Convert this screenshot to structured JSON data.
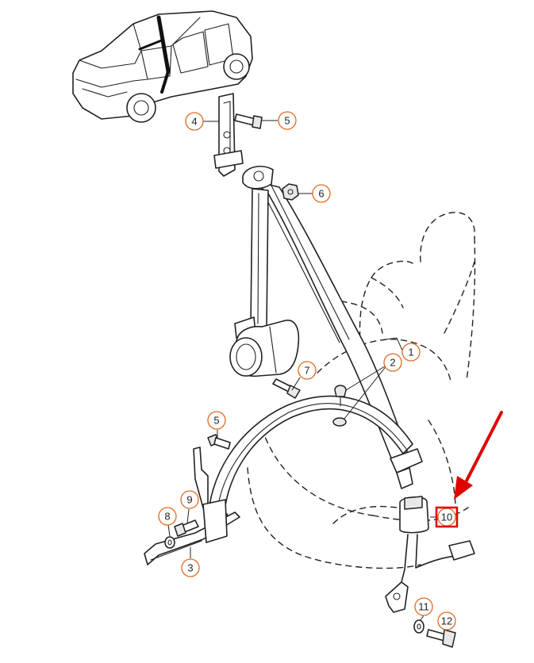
{
  "callouts": [
    {
      "id": "callout-1",
      "label": "1"
    },
    {
      "id": "callout-2",
      "label": "2"
    },
    {
      "id": "callout-3",
      "label": "3"
    },
    {
      "id": "callout-4",
      "label": "4"
    },
    {
      "id": "callout-5-top",
      "label": "5"
    },
    {
      "id": "callout-5-lower",
      "label": "5"
    },
    {
      "id": "callout-6",
      "label": "6"
    },
    {
      "id": "callout-7",
      "label": "7"
    },
    {
      "id": "callout-8",
      "label": "8"
    },
    {
      "id": "callout-9",
      "label": "9"
    },
    {
      "id": "callout-10",
      "label": "10"
    },
    {
      "id": "callout-11",
      "label": "11"
    },
    {
      "id": "callout-12",
      "label": "12"
    }
  ],
  "colors": {
    "callout_ring": "#e06a1e",
    "highlight_box": "#e00000",
    "pointer_arrow": "#e00000",
    "line_art": "#222222"
  }
}
